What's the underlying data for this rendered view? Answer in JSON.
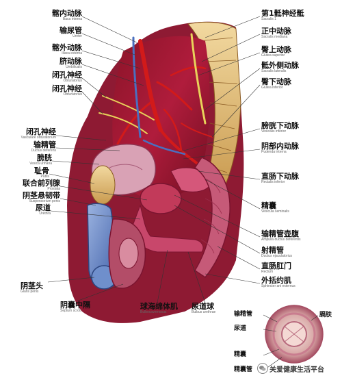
{
  "labels_left": [
    {
      "zh": "髂内动脉",
      "la": "Iliaca interna"
    },
    {
      "zh": "输尿管",
      "la": "Ureter"
    },
    {
      "zh": "髂外动脉",
      "la": "Iliaca externa"
    },
    {
      "zh": "脐动脉",
      "la": "Umbilicalis"
    },
    {
      "zh": "闭孔神经",
      "la": "Obturatorius"
    },
    {
      "zh": "闭孔神经",
      "la": "Obturatorius"
    },
    {
      "zh": "闭孔神经",
      "la": "Vasculare obturatorium"
    },
    {
      "zh": "输精管",
      "la": "Ductus deferens"
    },
    {
      "zh": "膀胱",
      "la": "Vesica urinaria"
    },
    {
      "zh": "耻骨",
      "la": "Pubis"
    },
    {
      "zh": "联合前列腺",
      "la": "Prostata"
    },
    {
      "zh": "阴茎悬韧带",
      "la": "Suspensorium penis"
    },
    {
      "zh": "尿道",
      "la": "Urethra"
    }
  ],
  "labels_right": [
    {
      "zh": "第1骶神经骶",
      "la": "Sacralis 1"
    },
    {
      "zh": "正中动脉",
      "la": "Sacralis mediana"
    },
    {
      "zh": "臀上动脉",
      "la": "Glutea superior"
    },
    {
      "zh": "骶外侧动脉",
      "la": "Sacralis lateralis"
    },
    {
      "zh": "臀下动脉",
      "la": "Glutea inferior"
    },
    {
      "zh": "膀胱下动脉",
      "la": "Vesicalis inferior"
    },
    {
      "zh": "阴部内动脉",
      "la": "Pudenda interna"
    },
    {
      "zh": "直肠下动脉",
      "la": "Rectalis inferior"
    },
    {
      "zh": "精囊",
      "la": "Vesicula seminalis"
    },
    {
      "zh": "输精管壶腹",
      "la": "Ampulla ductus deferentis"
    },
    {
      "zh": "射精管",
      "la": "Ductus ejaculatorius"
    },
    {
      "zh": "直肠肛门",
      "la": "Rectum"
    },
    {
      "zh": "外括约肌",
      "la": "Sphincter ani externus"
    }
  ],
  "labels_bottom": [
    {
      "zh": "阴茎头",
      "la": "Glans penis"
    },
    {
      "zh": "阴囊中隔",
      "la": "Septum scroti"
    },
    {
      "zh": "球海绵体肌",
      "la": "Bulbocavernosus"
    },
    {
      "zh": "尿道球",
      "la": "Bulbus urethrae"
    }
  ],
  "inset_labels": {
    "vas": "输精管",
    "urethra": "尿道",
    "sv": "精囊",
    "sv_duct": "精囊管",
    "skin": "膈肤"
  },
  "watermark": {
    "text": "关爱健康生活平台"
  },
  "colors": {
    "muscle": "#b01c3c",
    "bone": "#e8c98a",
    "bladder": "#d9a2b5",
    "penis_blue": "#6f8fcc",
    "vessel_red": "#d21a1a",
    "nerve_yellow": "#e8d25a",
    "skin": "#f0d7cf"
  }
}
